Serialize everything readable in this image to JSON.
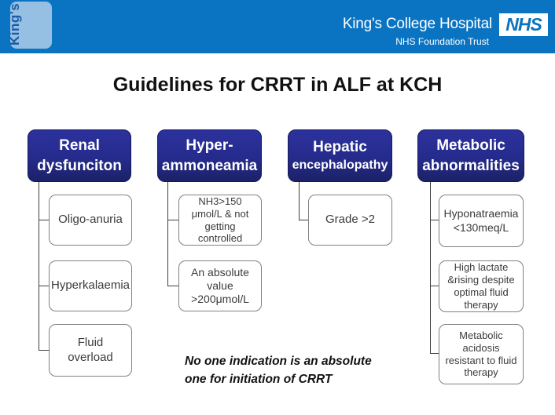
{
  "banner": {
    "kings_logo_text": "King's",
    "hospital_name": "King's College Hospital",
    "nhs_logo_text": "NHS",
    "trust_name": "NHS Foundation Trust"
  },
  "title": "Guidelines for CRRT in ALF at KCH",
  "diagram": {
    "columns": [
      {
        "header_lines": [
          "Renal",
          "dysfunciton"
        ],
        "items": [
          "Oligo-anuria",
          "Hyperkalaemia",
          "Fluid overload"
        ]
      },
      {
        "header_lines": [
          "Hyper-",
          "ammoneamia"
        ],
        "items": [
          "NH3>150 μmol/L & not getting controlled",
          "An absolute value >200μmol/L"
        ]
      },
      {
        "header_lines": [
          "Hepatic",
          "encephalopathy"
        ],
        "items": [
          "Grade >2"
        ]
      },
      {
        "header_lines": [
          "Metabolic",
          "abnormalities"
        ],
        "items": [
          "Hyponatraemia <130meq/L",
          "High lactate &rising despite optimal fluid therapy",
          "Metabolic acidosis resistant to fluid therapy"
        ]
      }
    ]
  },
  "note_lines": [
    "No one indication is an absolute",
    "one for initiation of CRRT"
  ],
  "colors": {
    "banner_bg": "#0b74c2",
    "kings_tab_bg": "#95c0e4",
    "kings_logo_text": "#1d5ca6",
    "nhs_logo_blue": "#0b72be",
    "header_box_top": "#2c329c",
    "header_box_bottom": "#1c2166",
    "item_border": "#808080",
    "item_text": "#3b3b3b",
    "connector": "#404040",
    "title_text": "#111111"
  }
}
